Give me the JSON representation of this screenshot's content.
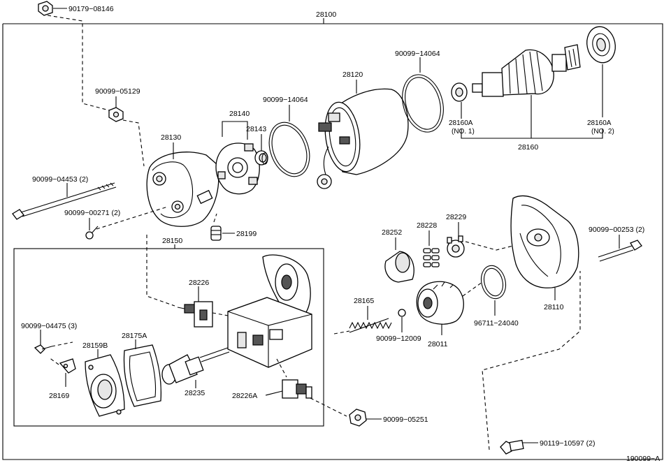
{
  "labels": {
    "p28100": "28100",
    "p90179_08146": "90179−08146",
    "p90099_05129": "90099−05129",
    "p28120": "28120",
    "p90099_14064a": "90099−14064",
    "p90099_14064b": "90099−14064",
    "p28140": "28140",
    "p28143": "28143",
    "p28130": "28130",
    "p28160A_1": "28160A",
    "p28160A_1_sub": "(NO. 1)",
    "p28160A_2": "28160A",
    "p28160A_2_sub": "(NO. 2)",
    "p28160": "28160",
    "p90099_04453": "90099−04453 (2)",
    "p90099_00271": "90099−00271 (2)",
    "p28199": "28199",
    "p28150": "28150",
    "p28252": "28252",
    "p28228": "28228",
    "p28229": "28229",
    "p90099_00253": "90099−00253 (2)",
    "p28226": "28226",
    "p28165": "28165",
    "p28110": "28110",
    "p90099_04475": "90099−04475 (3)",
    "p28159B": "28159B",
    "p28175A": "28175A",
    "p90099_12009": "90099−12009",
    "p28011": "28011",
    "p96711_24040": "96711−24040",
    "p28169": "28169",
    "p28235": "28235",
    "p28226A": "28226A",
    "p90099_05251": "90099−05251",
    "p90119_10597": "90119−10597 (2)",
    "figure_code": "190099−A"
  }
}
